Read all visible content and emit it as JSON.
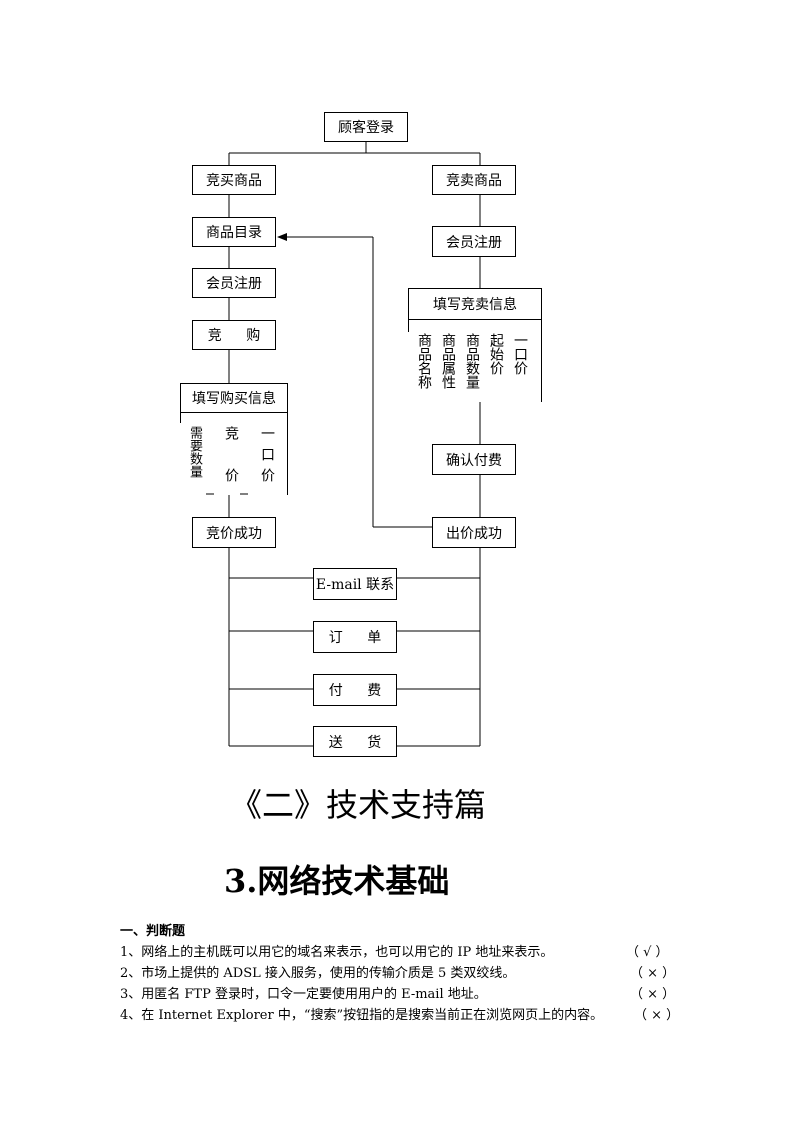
{
  "flowchart": {
    "login": "顾客登录",
    "buy": "竞买商品",
    "sell": "竞卖商品",
    "catalog": "商品目录",
    "register_left": "会员注册",
    "register_right": "会员注册",
    "bid": "竞 购",
    "fill_sell_info": "填写竞卖信息",
    "sell_fields": [
      "商品名称",
      "商品属性",
      "商品数量",
      "起始价",
      "一口价"
    ],
    "fill_buy_info": "填写购买信息",
    "buy_fields": [
      "需要数量",
      "竞价",
      "一口价"
    ],
    "confirm_pay": "确认付费",
    "bid_success": "竞价成功",
    "offer_success": "出价成功",
    "email": "E-mail 联系",
    "order": "订 单",
    "pay": "付 费",
    "deliver": "送 货"
  },
  "headings": {
    "part": "《二》技术支持篇",
    "chapter": "3.网络技术基础"
  },
  "section": {
    "title": "一、判断题",
    "items": [
      {
        "text": "1、网络上的主机既可以用它的域名来表示，也可以用它的 IP 地址来表示。",
        "answer": "（ √ ）"
      },
      {
        "text": "2、市场上提供的 ADSL 接入服务，使用的传输介质是 5 类双绞线。",
        "answer": "（ × ）"
      },
      {
        "text": "3、用匿名 FTP 登录时，口令一定要使用用户的 E-mail 地址。",
        "answer": "（ × ）"
      },
      {
        "text": "4、在 Internet Explorer 中，“搜索”按钮指的是搜索当前正在浏览网页上的内容。",
        "answer": "（ × ）"
      }
    ]
  }
}
